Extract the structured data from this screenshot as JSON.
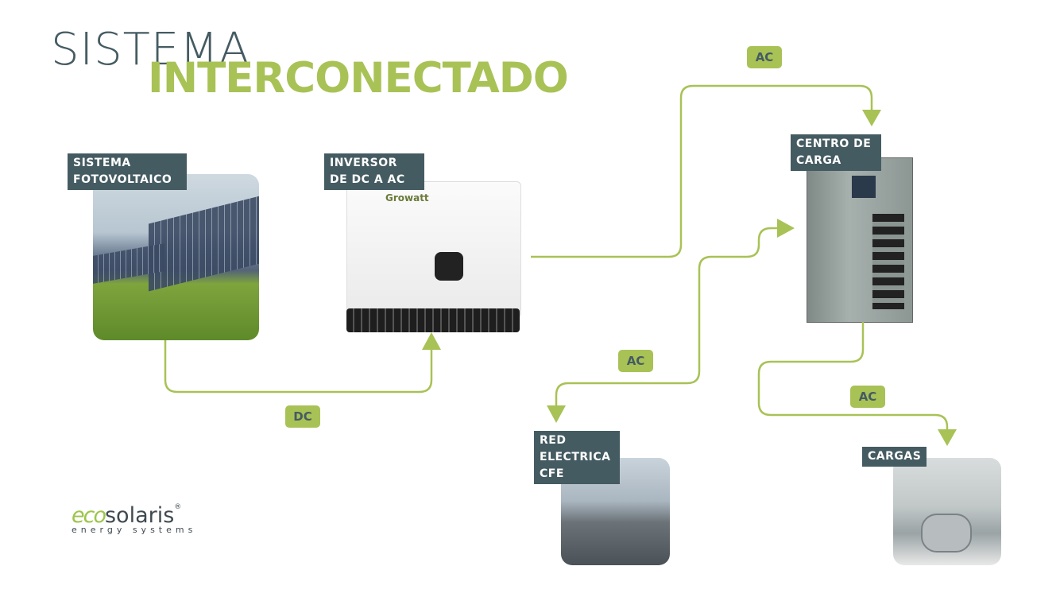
{
  "title": {
    "line1": "SISTEMA",
    "line2": "INTERCONECTADO"
  },
  "nodes": {
    "pv": {
      "label": "SISTEMA FOTOVOLTAICO"
    },
    "inverter": {
      "label": "INVERSOR DE DC A AC",
      "brand": "Growatt"
    },
    "load_center": {
      "label": "CENTRO DE CARGA"
    },
    "grid": {
      "label": "RED ELECTRICA CFE"
    },
    "loads": {
      "label": "CARGAS"
    }
  },
  "connections": {
    "pv_inverter": "DC",
    "inverter_center": "AC",
    "grid_center": "AC",
    "center_loads": "AC"
  },
  "logo": {
    "eco": "eco",
    "solaris": "solaris",
    "reg": "®",
    "tagline": "energy systems"
  },
  "colors": {
    "accent": "#a8c256",
    "dark": "#455b62"
  }
}
